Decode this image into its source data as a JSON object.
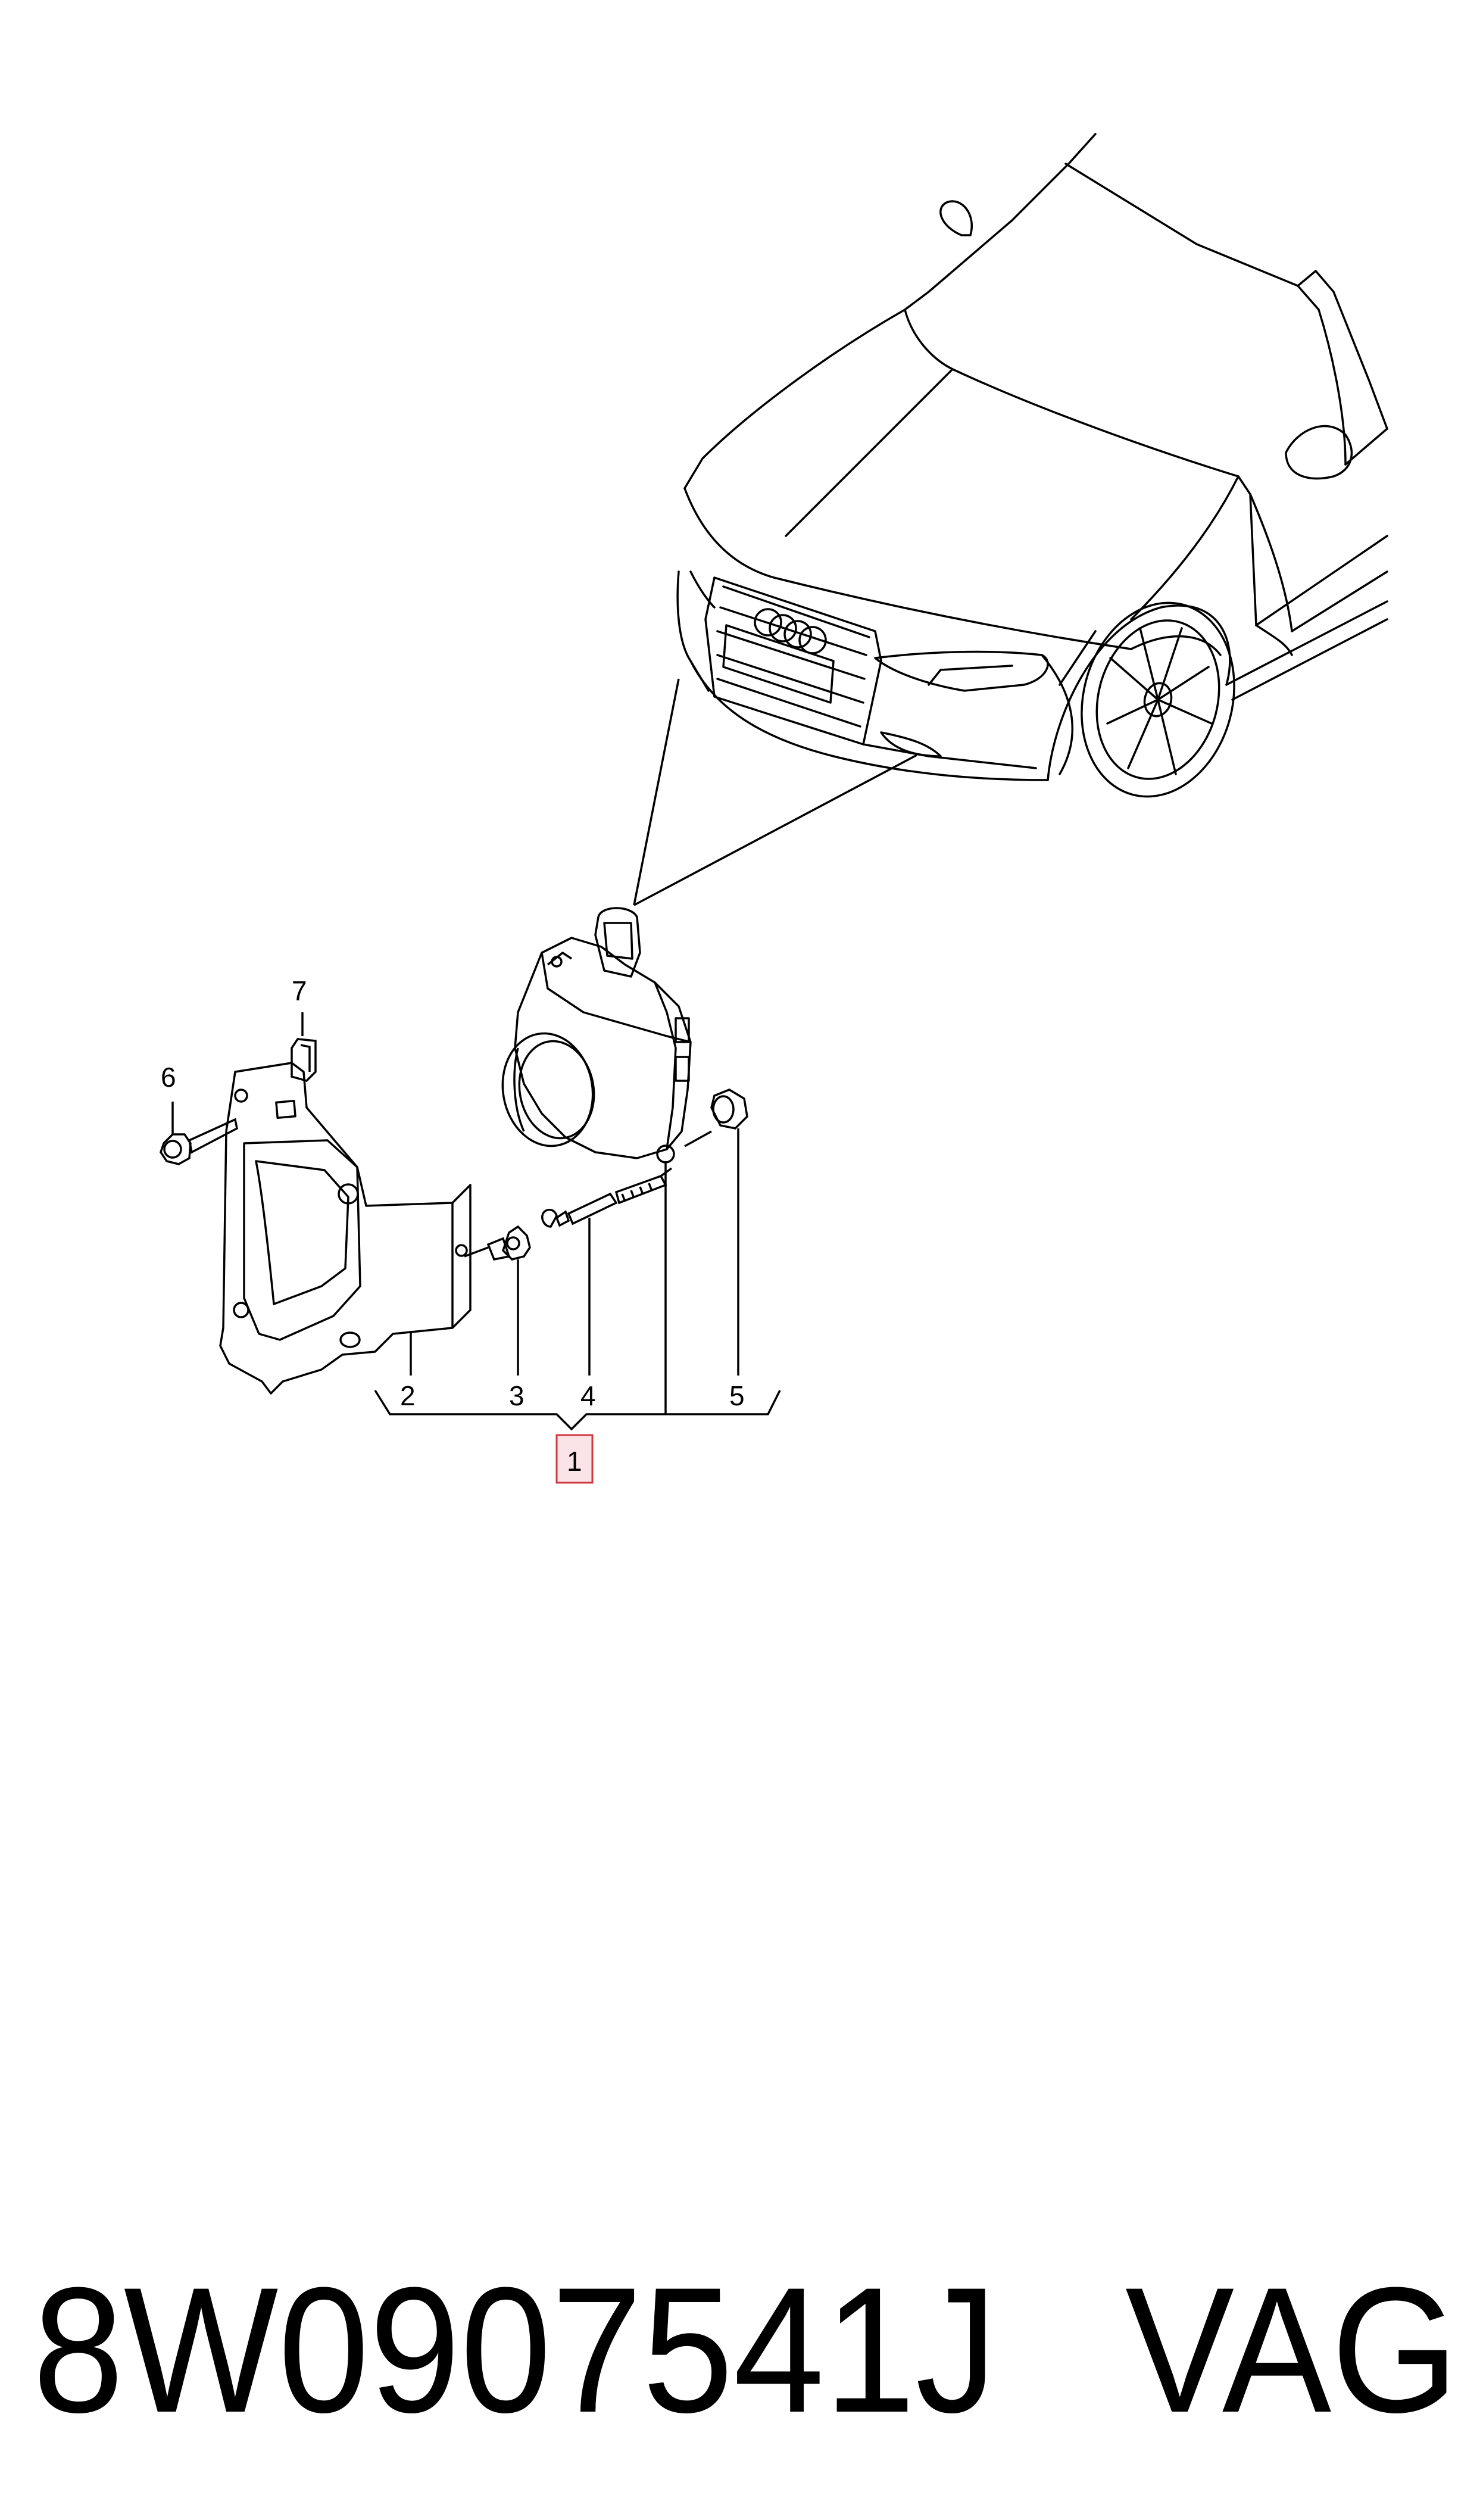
{
  "diagram": {
    "callouts": [
      {
        "id": "7",
        "label": "7"
      },
      {
        "id": "6",
        "label": "6"
      },
      {
        "id": "2",
        "label": "2"
      },
      {
        "id": "3",
        "label": "3"
      },
      {
        "id": "4",
        "label": "4"
      },
      {
        "id": "5",
        "label": "5"
      },
      {
        "id": "1",
        "label": "1"
      }
    ],
    "highlight_color": "#fbe4e8",
    "highlight_border": "#d0383f",
    "line_color": "#000000"
  },
  "footer": {
    "part_number": "8W0907541J",
    "brand": "VAG"
  }
}
